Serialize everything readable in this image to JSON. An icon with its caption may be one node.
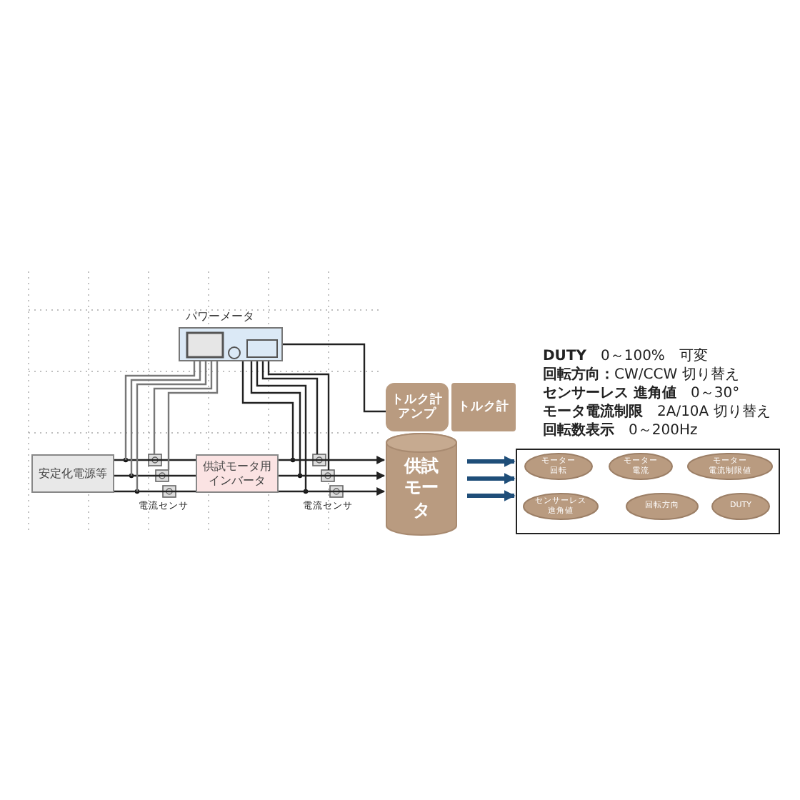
{
  "diagram": {
    "nodes": [
      {
        "text": [
          "パワーメータ"
        ]
      },
      {
        "text": [
          "安定化電源等"
        ]
      },
      {
        "text": [
          "供試モータ用インバータ"
        ]
      },
      {
        "text": [
          "トルク計アンプ"
        ]
      },
      {
        "text": [
          "トルク計"
        ]
      },
      {
        "text": [
          "供試モータ"
        ]
      },
      {
        "text": [],
        "shape": "box"
      },
      {
        "text": [
          "モーター",
          "回転"
        ],
        "in": 6
      },
      {
        "text": [
          "モーター",
          "電流"
        ],
        "in": 6
      },
      {
        "text": [
          "モーター",
          "電流制限値"
        ],
        "in": 6
      },
      {
        "text": [
          "センサーレス進角値"
        ],
        "in": 6
      },
      {
        "text": [
          "回転方向"
        ],
        "in": 6
      },
      {
        "text": [
          "DUTY"
        ],
        "in": 6
      }
    ],
    "edges": [
      {
        "from": 1,
        "to": 2,
        "arrow": "none"
      },
      {
        "from": 1,
        "to": 2,
        "arrow": "none"
      },
      {
        "from": 1,
        "to": 2,
        "arrow": "none"
      },
      {
        "from": 2,
        "to": 5,
        "arrow": "to"
      },
      {
        "from": 2,
        "to": 5,
        "arrow": "to"
      },
      {
        "from": 2,
        "to": 5,
        "arrow": "to"
      },
      {
        "from": 0,
        "to": 3,
        "arrow": "none"
      },
      {
        "from": 0,
        "to": 1,
        "arrow": "none"
      },
      {
        "from": 0,
        "to": 2,
        "arrow": "none"
      },
      {
        "from": 0,
        "to": 2,
        "arrow": "none"
      },
      {
        "from": 5,
        "to": 6,
        "arrow": "to",
        "style": "thick",
        "color": "#1f4e79"
      },
      {
        "from": 5,
        "to": 6,
        "arrow": "to",
        "style": "thick",
        "color": "#1f4e79"
      },
      {
        "from": 5,
        "to": 6,
        "arrow": "to",
        "style": "thick",
        "color": "#1f4e79"
      }
    ],
    "labels": [
      "電流センサ",
      "電流センサ",
      "**DUTY**　0～100%　可変",
      "**回転方向：**CW/CCW 切り替え",
      "**センサーレス 進角値**　0～30°",
      "**モータ電流制限**　2A/10A 切り替え",
      "**回転数表示**　0～200Hz"
    ]
  }
}
